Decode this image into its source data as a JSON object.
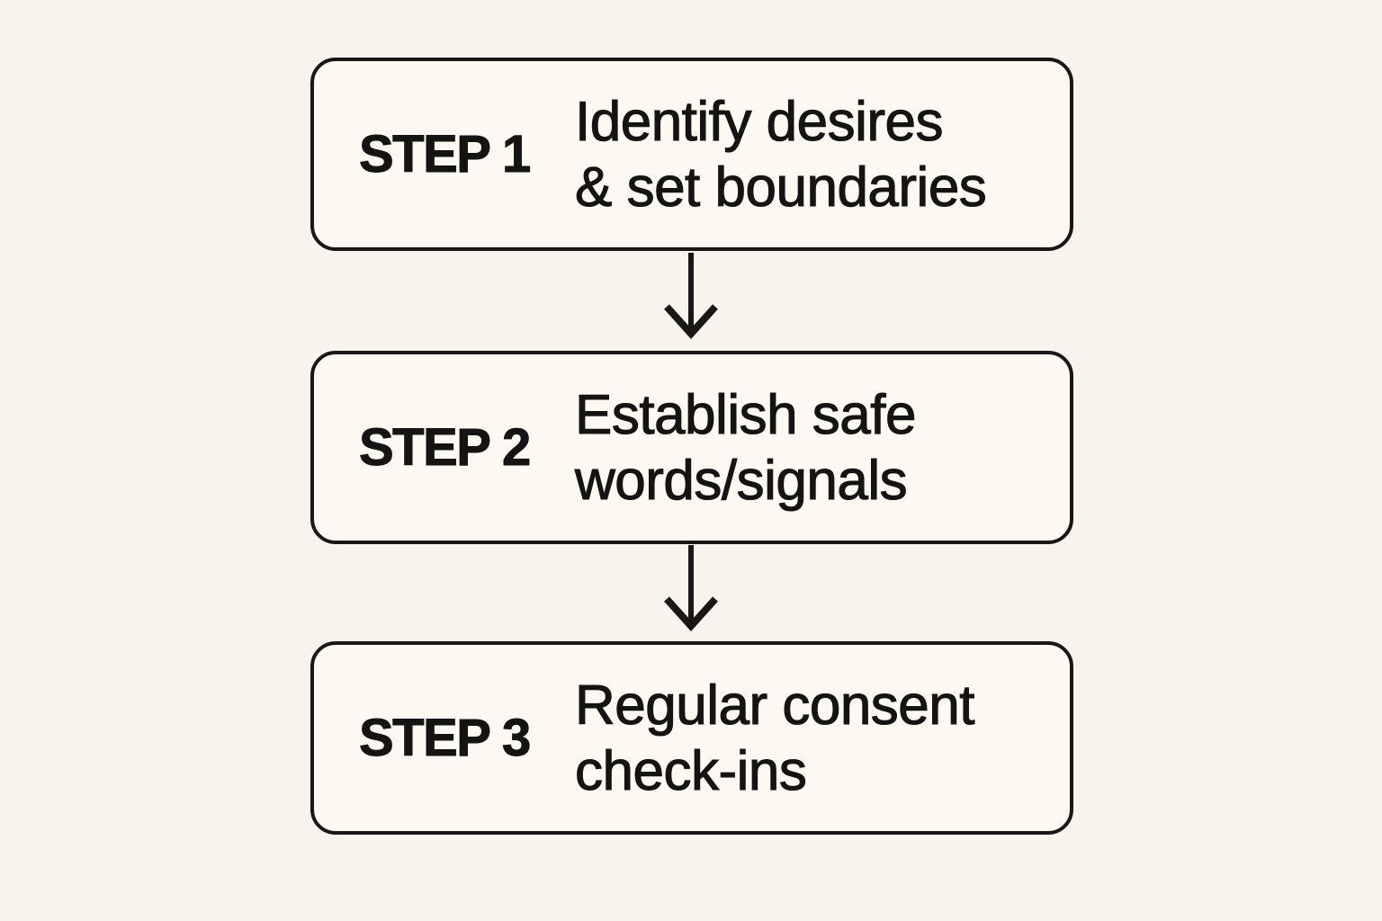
{
  "diagram": {
    "type": "flowchart-vertical",
    "colors": {
      "background": "#f7f4ed",
      "box_fill": "#fbf9f2",
      "stroke": "#191816",
      "text": "#151412"
    },
    "connector": "down-arrow",
    "steps": [
      {
        "label": "STEP 1",
        "lines": [
          "Identify desires",
          "& set boundaries"
        ]
      },
      {
        "label": "STEP 2",
        "lines": [
          "Establish safe",
          "words/signals"
        ]
      },
      {
        "label": "STEP 3",
        "lines": [
          "Regular consent",
          "check-ins"
        ]
      }
    ]
  }
}
